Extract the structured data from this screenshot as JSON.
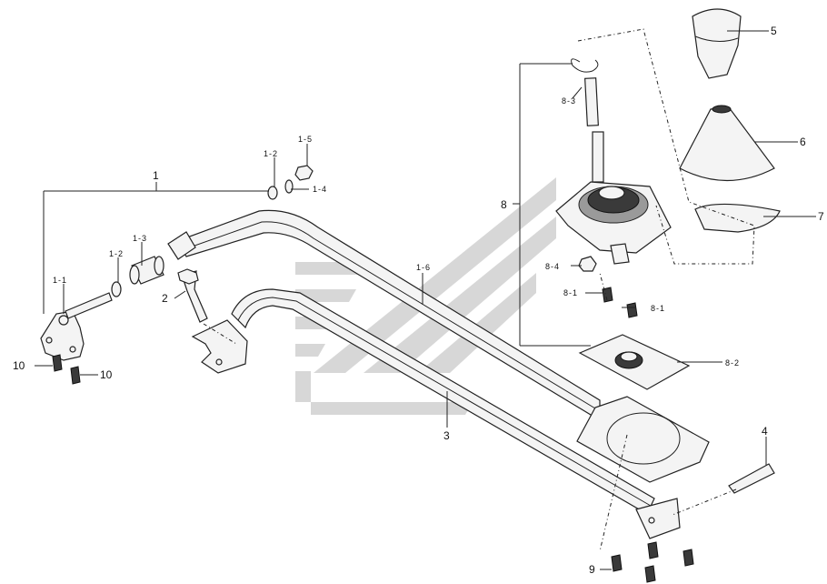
{
  "callouts": [
    {
      "id": "c1",
      "text": "1"
    },
    {
      "id": "c1_1",
      "text": "1-1"
    },
    {
      "id": "c1_2a",
      "text": "1-2"
    },
    {
      "id": "c1_2b",
      "text": "1-2"
    },
    {
      "id": "c1_3",
      "text": "1-3"
    },
    {
      "id": "c1_4",
      "text": "1-4"
    },
    {
      "id": "c1_5",
      "text": "1-5"
    },
    {
      "id": "c1_6",
      "text": "1-6"
    },
    {
      "id": "c2",
      "text": "2"
    },
    {
      "id": "c3",
      "text": "3"
    },
    {
      "id": "c4",
      "text": "4"
    },
    {
      "id": "c5",
      "text": "5"
    },
    {
      "id": "c6",
      "text": "6"
    },
    {
      "id": "c7",
      "text": "7"
    },
    {
      "id": "c8",
      "text": "8"
    },
    {
      "id": "c8_1a",
      "text": "8-1"
    },
    {
      "id": "c8_1b",
      "text": "8-1"
    },
    {
      "id": "c8_2",
      "text": "8-2"
    },
    {
      "id": "c8_3",
      "text": "8-3"
    },
    {
      "id": "c8_4",
      "text": "8-4"
    },
    {
      "id": "c9",
      "text": "9"
    },
    {
      "id": "c10a",
      "text": "10"
    },
    {
      "id": "c10b",
      "text": "10"
    }
  ],
  "colors": {
    "line": "#222222",
    "watermark": "#c9c9c9",
    "background": "#ffffff"
  }
}
